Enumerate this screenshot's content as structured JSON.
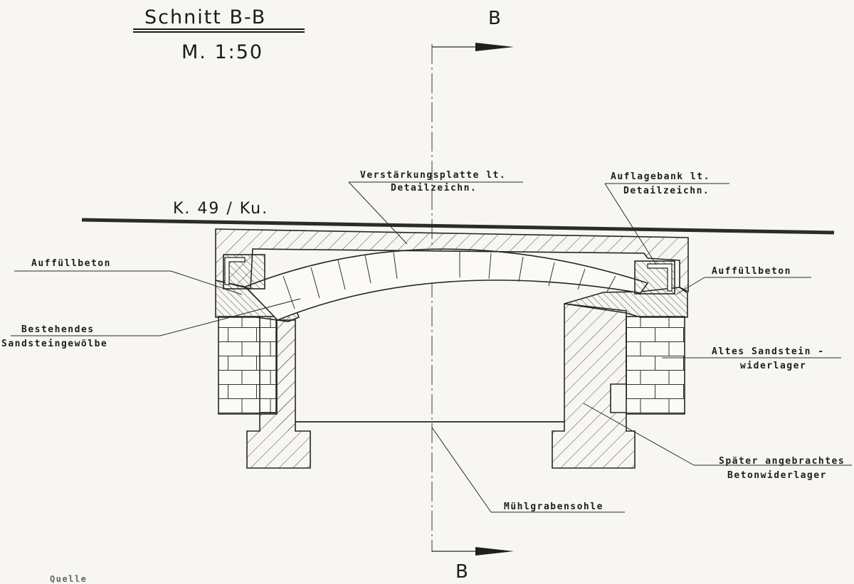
{
  "header": {
    "title": "Schnitt B-B",
    "scale": "M. 1:50"
  },
  "section_marks": {
    "top": "B",
    "bottom": "B"
  },
  "road_label": "K. 49 / Ku.",
  "labels": {
    "reinforcement_plate_1": "Verstärkungsplatte lt.",
    "reinforcement_plate_2": "Detailzeichn.",
    "bearing_bench_1": "Auflagebank lt.",
    "bearing_bench_2": "Detailzeichn.",
    "fill_concrete_left": "Auffüllbeton",
    "fill_concrete_right": "Auffüllbeton",
    "existing_vault_1": "Bestehendes",
    "existing_vault_2": "Sandsteingewölbe",
    "old_abutment_1": "Altes  Sandstein -",
    "old_abutment_2": "widerlager",
    "later_abutment_1": "Später angebrachtes",
    "later_abutment_2": "Betonwiderlager",
    "channel_bed": "Mühlgrabensohle",
    "corner_note": "Quelle"
  },
  "colors": {
    "ink": "#262626",
    "paper": "#f7f6f2",
    "stone": "#fbfaf6"
  }
}
